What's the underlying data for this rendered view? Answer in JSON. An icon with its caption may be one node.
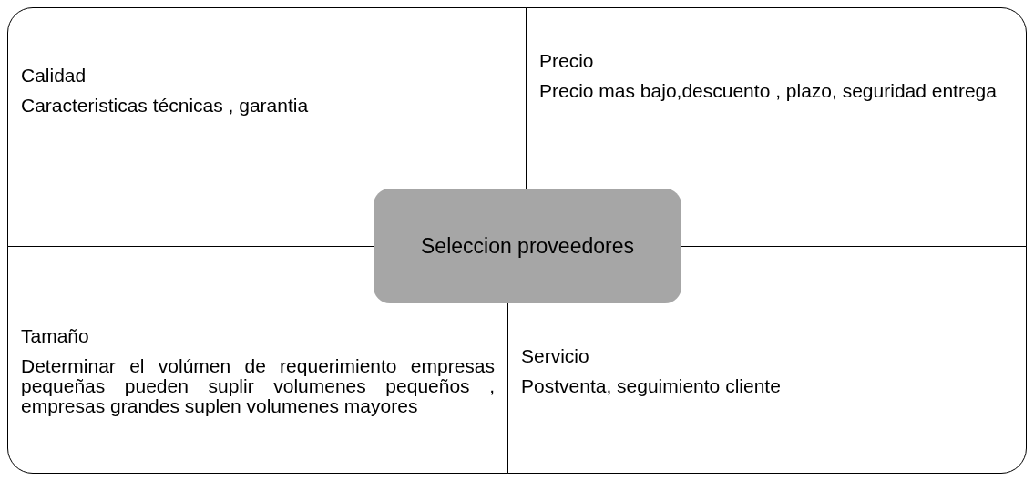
{
  "diagram": {
    "nodes": [
      {
        "text": [
          "Calidad",
          "Caracteristicas técnicas , garantia"
        ]
      },
      {
        "text": [
          "Precio",
          "Precio mas bajo,descuento , plazo, seguridad entrega"
        ]
      },
      {
        "text": [
          "Seleccion proveedores"
        ]
      },
      {
        "text": [
          "Tamaño",
          "Determinar el volúmen de requerimiento empresas pequeñas pueden suplir volumenes pequeños , empresas grandes suplen volumenes mayores"
        ]
      },
      {
        "text": [
          "Servicio",
          "Postventa, seguimiento cliente"
        ]
      }
    ]
  }
}
